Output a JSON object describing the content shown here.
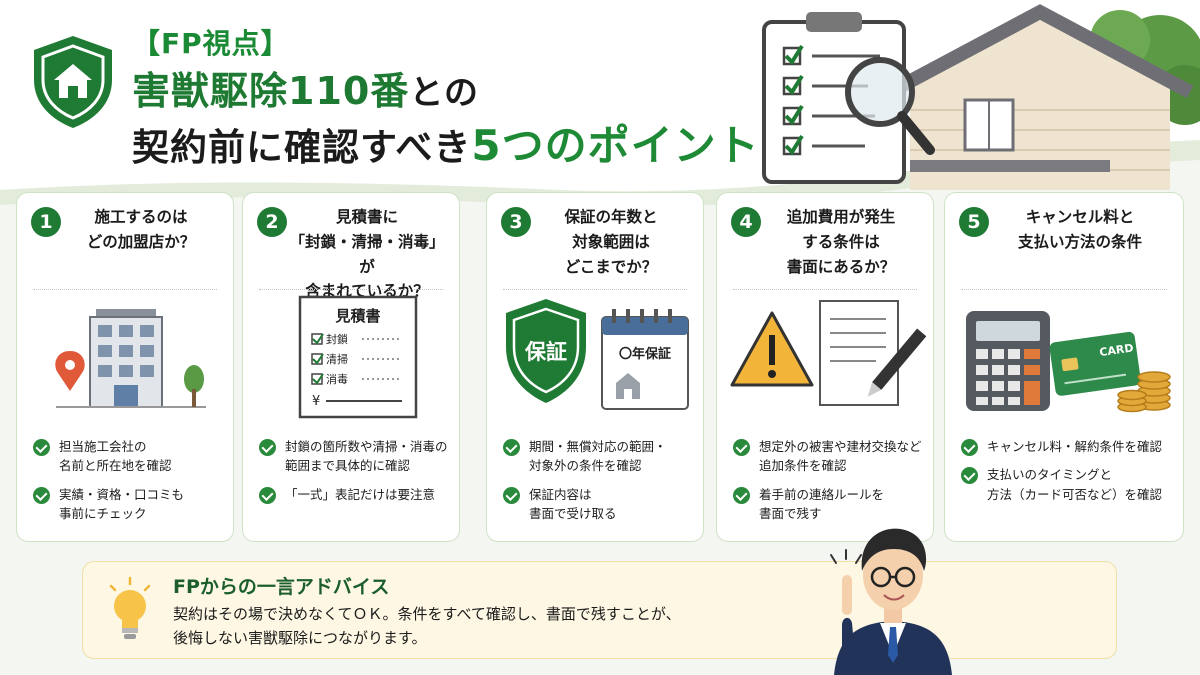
{
  "header": {
    "tag": "【FP視点】",
    "title_line1_main": "害獣駆除110番",
    "title_line1_sub": "との",
    "title_line2_pre": "契約前に確認すべき",
    "title_line2_highlight": "5つのポイント"
  },
  "colors": {
    "accent": "#1f7a34",
    "check": "#2a8a3c",
    "advice_bg": "#fdf7e3"
  },
  "cards": [
    {
      "number": "1",
      "title": "施工するのは\nどの加盟店か？",
      "icon": "office-building-map-pin-icon",
      "points": [
        "担当施工会社の\n名前と所在地を確認",
        "実績・資格・口コミも\n事前にチェック"
      ]
    },
    {
      "number": "2",
      "title": "見積書に\n「封鎖・清掃・消毒」が\n含まれているか？",
      "icon": "estimate-document-icon",
      "doc_title": "見積書",
      "doc_items": [
        "封鎖",
        "清掃",
        "消毒"
      ],
      "doc_yen": "¥",
      "points": [
        "封鎖の箇所数や清掃・消毒の\n範囲まで具体的に確認",
        "「一式」表記だけは要注意"
      ]
    },
    {
      "number": "3",
      "title": "保証の年数と\n対象範囲は\nどこまでか？",
      "icon": "warranty-shield-calendar-icon",
      "shield_label": "保証",
      "calendar_label": "〇年保証",
      "points": [
        "期間・無償対応の範囲・\n対象外の条件を確認",
        "保証内容は\n書面で受け取る"
      ]
    },
    {
      "number": "4",
      "title": "追加費用が発生\nする条件は\n書面にあるか？",
      "icon": "warning-document-pen-icon",
      "points": [
        "想定外の被害や建材交換など\n追加条件を確認",
        "着手前の連絡ルールを\n書面で残す"
      ]
    },
    {
      "number": "5",
      "title": "キャンセル料と\n支払い方法の条件",
      "icon": "calculator-card-coins-icon",
      "card_label": "CARD",
      "points": [
        "キャンセル料・解約条件を確認",
        "支払いのタイミングと\n方法（カード可否など）を確認"
      ]
    }
  ],
  "advice": {
    "title": "FPからの一言アドバイス",
    "body": "契約はその場で決めなくてＯＫ。条件をすべて確認し、書面で残すことが、\n後悔しない害獣駆除につながります。"
  }
}
